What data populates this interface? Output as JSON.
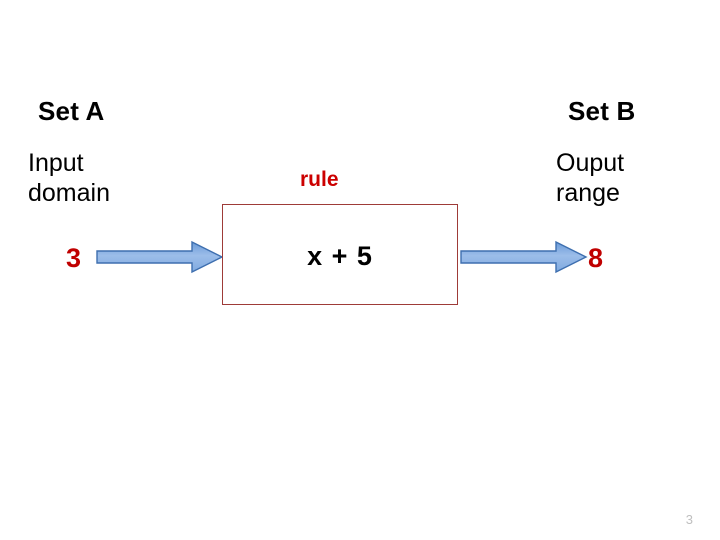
{
  "slide": {
    "page_number": "3",
    "background_color": "#FFFFFF"
  },
  "set_a": {
    "heading": "Set A",
    "description": "Input\ndomain",
    "value": "3",
    "value_color": "#C00000"
  },
  "set_b": {
    "heading": "Set B",
    "description": "Ouput\nrange",
    "value": "8",
    "value_color": "#C00000"
  },
  "rule": {
    "label": "rule",
    "label_color": "#CC0000",
    "expression": "x + 5",
    "box_border_color": "#9E3B38",
    "box_fill_color": "#FFFFFF"
  },
  "arrows": {
    "input_arrow_name": "right-arrow-icon",
    "output_arrow_name": "right-arrow-icon",
    "fill_light": "#A8C6EC",
    "fill_dark": "#6A9BD8",
    "outline": "#3E6FAF"
  }
}
